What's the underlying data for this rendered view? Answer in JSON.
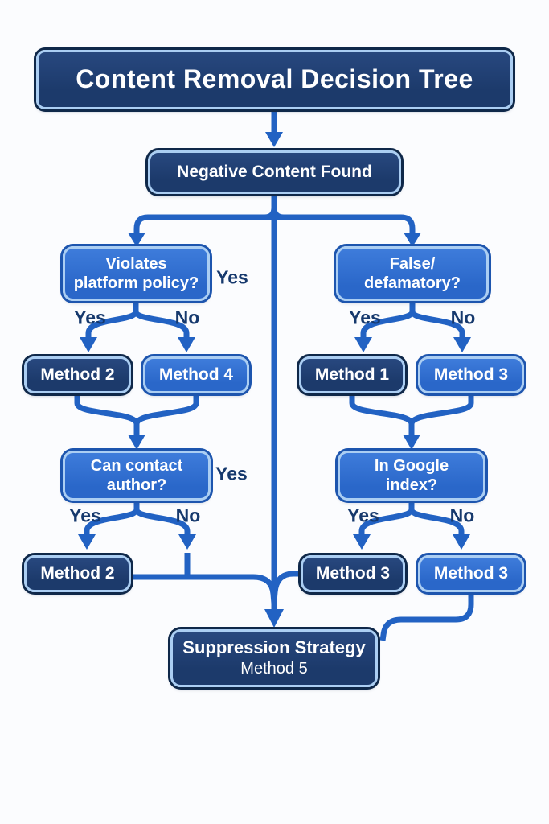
{
  "title": "Content Removal Decision Tree",
  "colors": {
    "background": "#fbfcfe",
    "line": "#2262c3",
    "navy_fill": "#1c3a6b",
    "navy_fill_top": "#28487f",
    "navy_edge": "#0f2849",
    "blue_fill": "#2a67c9",
    "blue_fill_top": "#3e7cdb",
    "blue_edge": "#1d55ae",
    "inner_border": "#abcef3",
    "label_text": "#16396d",
    "node_text": "#ffffff"
  },
  "nodes": {
    "title": {
      "label": "Content Removal Decision Tree"
    },
    "root": {
      "label": "Negative Content Found"
    },
    "q_platform": {
      "line1": "Violates",
      "line2": "platform policy?"
    },
    "q_false": {
      "line1": "False/",
      "line2": "defamatory?"
    },
    "m2_top": {
      "label": "Method 2"
    },
    "m4": {
      "label": "Method 4"
    },
    "m1": {
      "label": "Method 1"
    },
    "m3_top": {
      "label": "Method 3"
    },
    "q_contact": {
      "line1": "Can contact",
      "line2": "author?"
    },
    "q_google": {
      "line1": "In Google",
      "line2": "index?"
    },
    "m2_bottom": {
      "label": "Method 2"
    },
    "m3_yes": {
      "label": "Method 3"
    },
    "m3_no": {
      "label": "Method 3"
    },
    "suppression": {
      "line1": "Suppression Strategy",
      "line2": "Method 5"
    }
  },
  "edge_labels": {
    "platform_side_yes": "Yes",
    "platform_yes": "Yes",
    "platform_no": "No",
    "false_yes": "Yes",
    "false_no": "No",
    "contact_side_yes": "Yes",
    "contact_yes": "Yes",
    "contact_no": "No",
    "google_yes": "Yes",
    "google_no": "No"
  }
}
